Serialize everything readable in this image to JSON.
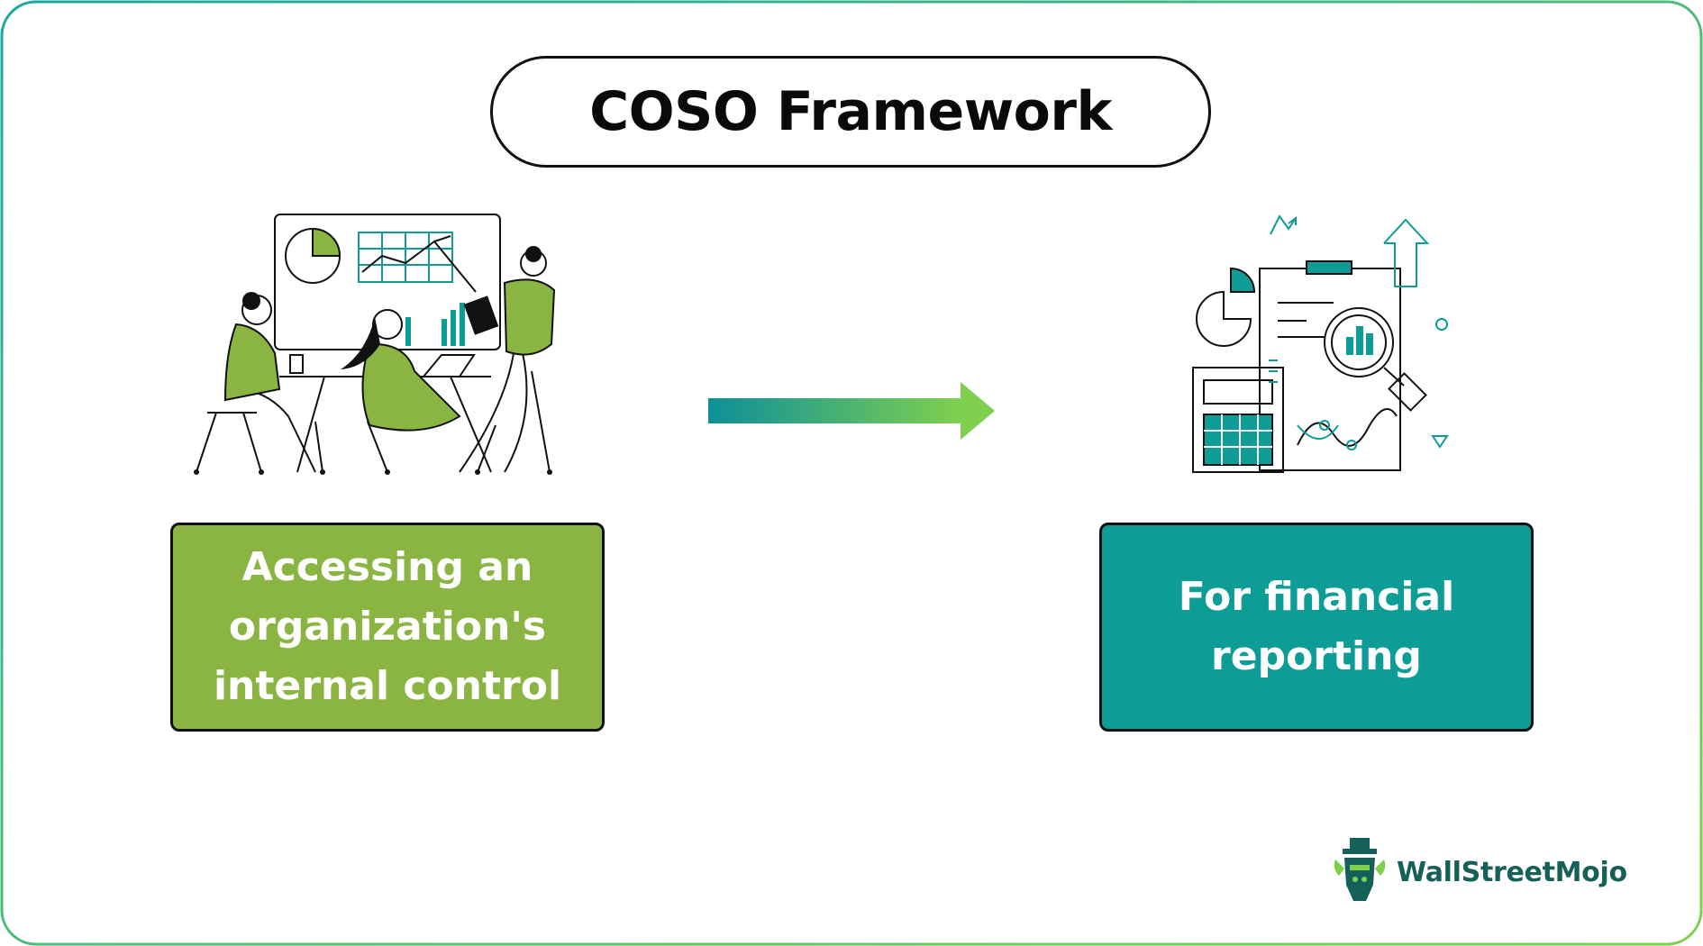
{
  "title": "COSO Framework",
  "left_box": {
    "text": "Accessing an\norganization's\ninternal control",
    "color": "#8bb543"
  },
  "right_box": {
    "text": "For financial\nreporting",
    "color": "#0d9c96"
  },
  "arrow": {
    "gradient_start": "#0d8f9a",
    "gradient_end": "#7fd04e"
  },
  "brand": {
    "name": "WallStreetMojo",
    "color": "#16605a"
  },
  "border_gradient": [
    "#1aa7a0",
    "#7fd04e"
  ],
  "icons": {
    "left_illustration": "team-meeting-illustration-icon",
    "right_illustration": "financial-report-illustration-icon",
    "logo": "wallstreetmojo-logo-icon"
  }
}
